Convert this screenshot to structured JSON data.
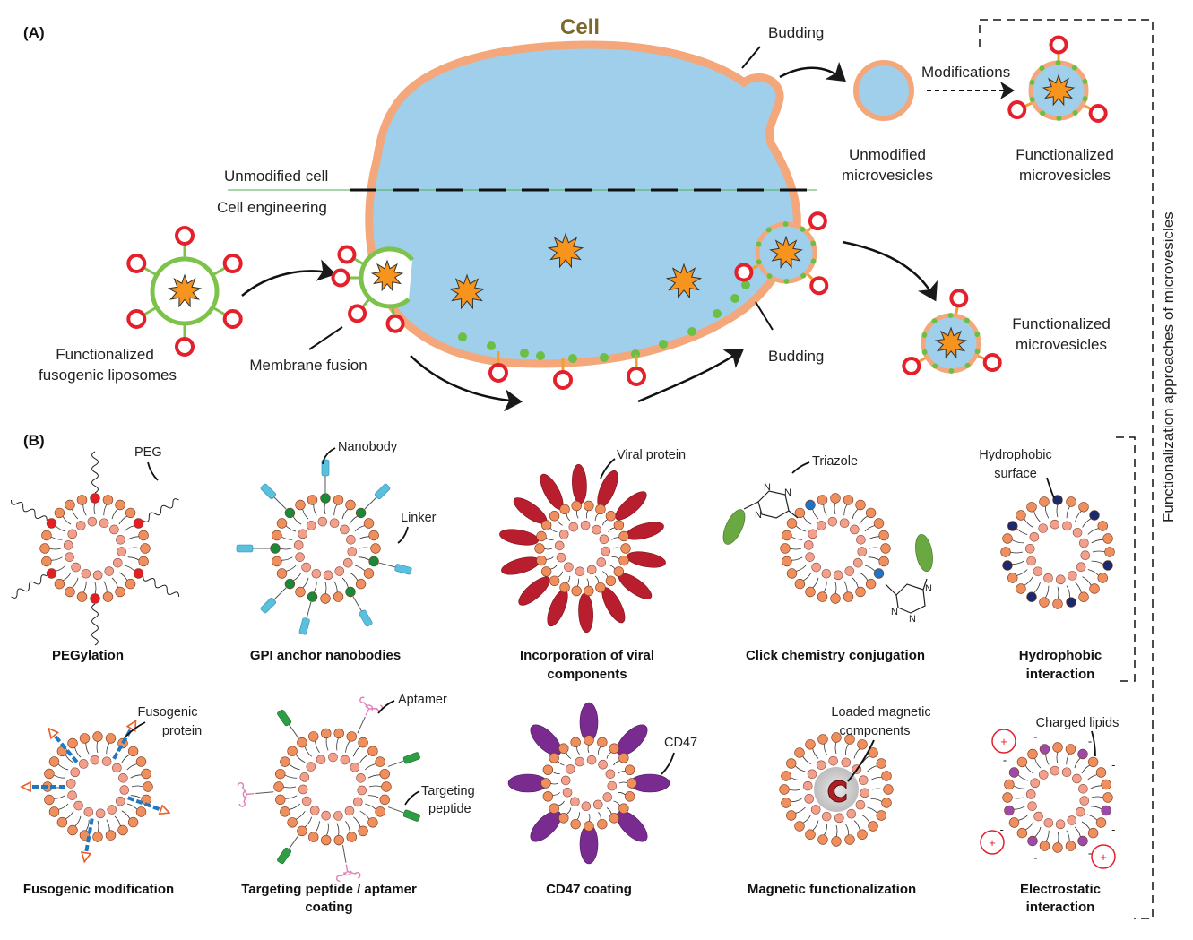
{
  "panel_a": {
    "label": "(A)",
    "cell_title": "Cell",
    "budding_top": "Budding",
    "modifications": "Modifications",
    "unmodified_microvesicles": [
      "Unmodified",
      "microvesicles"
    ],
    "functionalized_microvesicles_top": [
      "Functionalized",
      "microvesicles"
    ],
    "unmodified_cell": "Unmodified cell",
    "cell_engineering": "Cell engineering",
    "functionalized_liposomes": [
      "Functionalized",
      "fusogenic liposomes"
    ],
    "membrane_fusion": "Membrane fusion",
    "budding_bottom": "Budding",
    "functionalized_microvesicles_bottom": [
      "Functionalized",
      "microvesicles"
    ],
    "side_label": "Functionalization approaches of microvesicles"
  },
  "panel_b": {
    "label": "(B)",
    "items": [
      {
        "caption": [
          "PEGylation"
        ],
        "annotations": [
          "PEG"
        ]
      },
      {
        "caption": [
          "GPI anchor nanobodies"
        ],
        "annotations": [
          "Nanobody",
          "Linker"
        ]
      },
      {
        "caption": [
          "Incorporation of viral",
          "components"
        ],
        "annotations": [
          "Viral protein"
        ]
      },
      {
        "caption": [
          "Click chemistry conjugation"
        ],
        "annotations": [
          "Triazole"
        ]
      },
      {
        "caption": [
          "Hydrophobic",
          "interaction"
        ],
        "annotations": [
          "Hydrophobic",
          "surface"
        ]
      },
      {
        "caption": [
          "Fusogenic modification"
        ],
        "annotations": [
          "Fusogenic",
          "protein"
        ]
      },
      {
        "caption": [
          "Targeting peptide / aptamer",
          "coating"
        ],
        "annotations": [
          "Aptamer",
          "Targeting",
          "peptide"
        ]
      },
      {
        "caption": [
          "CD47 coating"
        ],
        "annotations": [
          "CD47"
        ]
      },
      {
        "caption": [
          "Magnetic functionalization"
        ],
        "annotations": [
          "Loaded magnetic",
          "components"
        ]
      },
      {
        "caption": [
          "Electrostatic",
          "interaction"
        ],
        "annotations": [
          "Charged lipids"
        ]
      }
    ],
    "triazole_letters": [
      "N",
      "N",
      "N",
      "N",
      "N",
      "N"
    ],
    "charge_plus": "+",
    "charge_minus": "-"
  },
  "colors": {
    "membrane": "#f4a77a",
    "cytoplasm": "#9fcfeb",
    "cargo": "#f7941d",
    "ligand_ring": "#e3202b",
    "liposome_ring": "#7cc24b",
    "anchor_dot": "#6cbf45",
    "lipid_outer": "#f08f5e",
    "lipid_inner": "#f2a08c",
    "peg_dot": "#e31e24",
    "nanobody": "#5bc0de",
    "gpi_dot": "#1a8a3a",
    "viral": "#b81e2d",
    "click_blue": "#1d74c4",
    "click_green": "#6aa842",
    "hydrophobic": "#1a2a6c",
    "fusogenic": "#1f79c1",
    "fuso_tip": "#e85d26",
    "peptide": "#2e9e45",
    "aptamer": "#e27fb8",
    "cd47": "#7a2b8f",
    "magnet": "#b01e24",
    "charged": "#9b4aa8",
    "arrow": "#1a1a1a"
  }
}
